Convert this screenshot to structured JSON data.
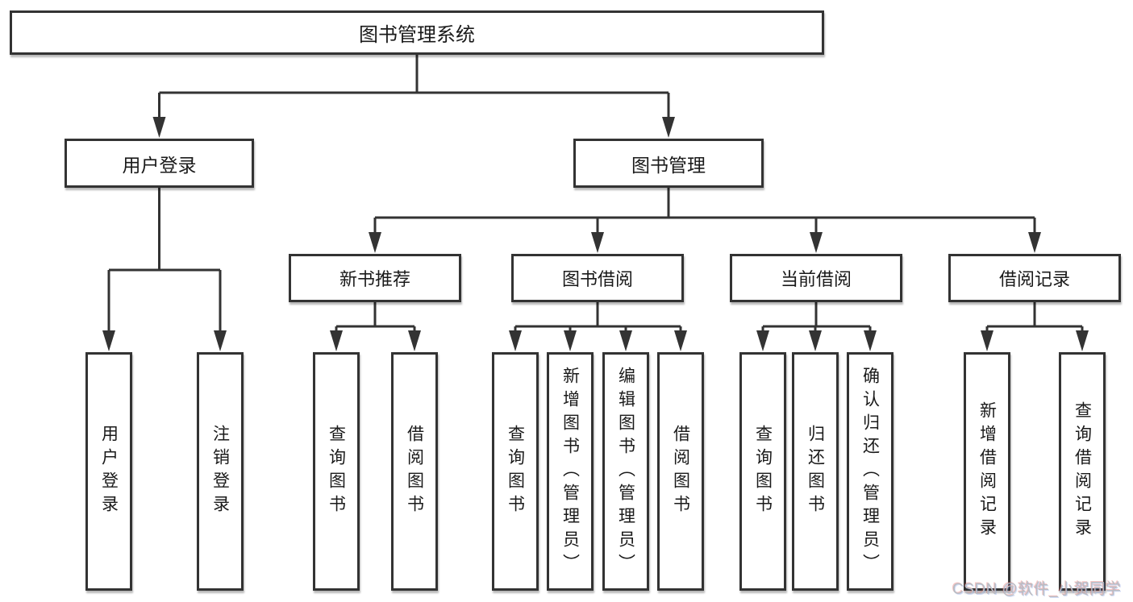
{
  "diagram": {
    "title": "图书管理系统",
    "type": "function-structure-tree",
    "tree": {
      "root": "图书管理系统",
      "branches": [
        {
          "label": "用户登录",
          "children": [
            {
              "label": "用户登录"
            },
            {
              "label": "注销登录"
            }
          ]
        },
        {
          "label": "图书管理",
          "children": [
            {
              "label": "新书推荐",
              "children": [
                {
                  "label": "查询图书"
                },
                {
                  "label": "借阅图书"
                }
              ]
            },
            {
              "label": "图书借阅",
              "children": [
                {
                  "label": "查询图书"
                },
                {
                  "label": "新增图书（管理员）"
                },
                {
                  "label": "编辑图书（管理员）"
                },
                {
                  "label": "借阅图书"
                }
              ]
            },
            {
              "label": "当前借阅",
              "children": [
                {
                  "label": "查询图书"
                },
                {
                  "label": "归还图书"
                },
                {
                  "label": "确认归还（管理员）"
                }
              ]
            },
            {
              "label": "借阅记录",
              "children": [
                {
                  "label": "新增借阅记录"
                },
                {
                  "label": "查询借阅记录"
                }
              ]
            }
          ]
        }
      ]
    }
  },
  "watermark": {
    "text": "CSDN @软件_小贺同学"
  },
  "colors": {
    "line": "#333333",
    "border": "#333333",
    "text": "#1a1a1a",
    "background": "#ffffff",
    "watermark": "#b9bdc3"
  }
}
